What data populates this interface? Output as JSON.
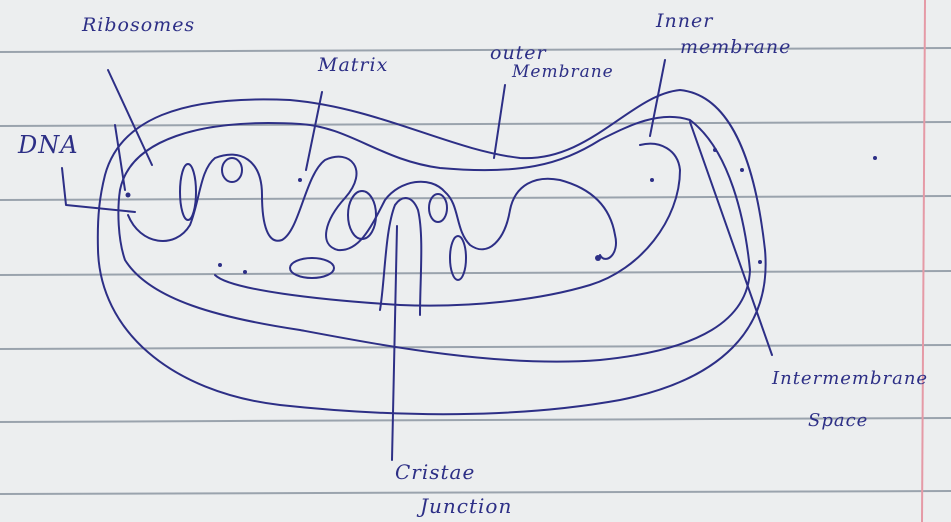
{
  "labels": {
    "ribosomes": "Ribosomes",
    "matrix": "Matrix",
    "outer_membrane_line1": "outer",
    "outer_membrane_line2": "Membrane",
    "inner_membrane_line1": "Inner",
    "inner_membrane_line2": "membrane",
    "dna": "DNA",
    "intermembrane_line1": "Intermembrane",
    "intermembrane_line2": "Space",
    "cristae_line1": "Cristae",
    "cristae_line2": "Junction"
  },
  "colors": {
    "paper": "#eceeef",
    "ruled_line": "#9aa3ad",
    "margin_line": "#e59aa6",
    "ink": "#2d2f86"
  }
}
